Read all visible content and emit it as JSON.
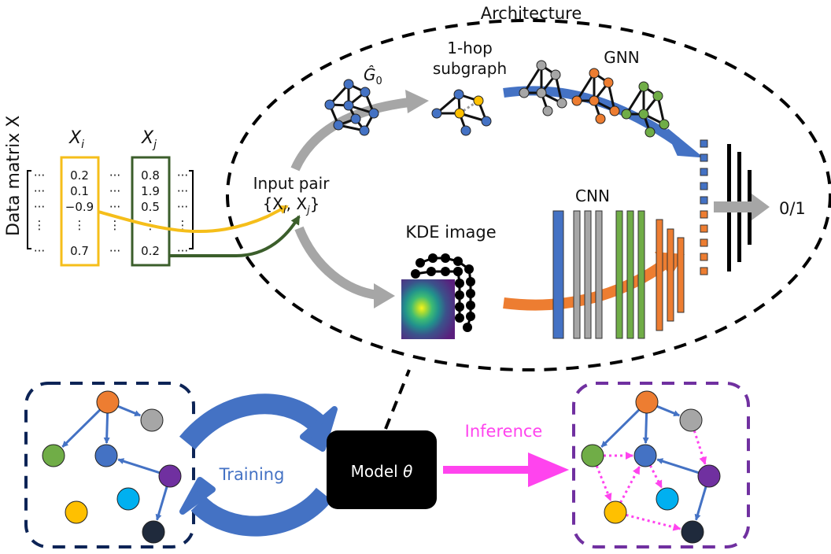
{
  "colors": {
    "yellow": "#f5be1a",
    "dark_green": "#3b5e2b",
    "blue": "#4472c4",
    "orange": "#ed7d31",
    "gray": "#a6a6a6",
    "green": "#70ad47",
    "purple": "#7030a0",
    "cyan": "#00b0f0",
    "gold": "#ffc000",
    "navy": "#1f2a3c",
    "magenta": "#ff44ee",
    "dashed_navy": "#0d2456",
    "dashed_purple": "#7030a0"
  },
  "matrix": {
    "label": "Data matrix X",
    "col_i_label": "X",
    "col_i_sub": "i",
    "col_j_label": "X",
    "col_j_sub": "j",
    "col_i_values": [
      "0.2",
      "0.1",
      "−0.9",
      "⋮",
      "0.7"
    ],
    "col_j_values": [
      "0.8",
      "1.9",
      "0.5",
      "⋮",
      "0.2"
    ],
    "ellipsis": "···",
    "vdots": "⋮"
  },
  "architecture": {
    "title": "Architecture",
    "input_pair_line1": "Input pair",
    "input_pair_line2_open": "{X",
    "input_pair_sub_i": "i",
    "input_pair_mid": ", X",
    "input_pair_sub_j": "j",
    "input_pair_close": "}",
    "g0_label": "Ĝ",
    "g0_sub": "0",
    "subgraph_line1": "1-hop",
    "subgraph_line2": "subgraph",
    "gnn_label": "GNN",
    "kde_label": "KDE image",
    "cnn_label": "CNN",
    "output_label": "0/1"
  },
  "bottom": {
    "training_label": "Training",
    "model_label": "Model",
    "model_symbol": "θ",
    "inference_label": "Inference"
  }
}
